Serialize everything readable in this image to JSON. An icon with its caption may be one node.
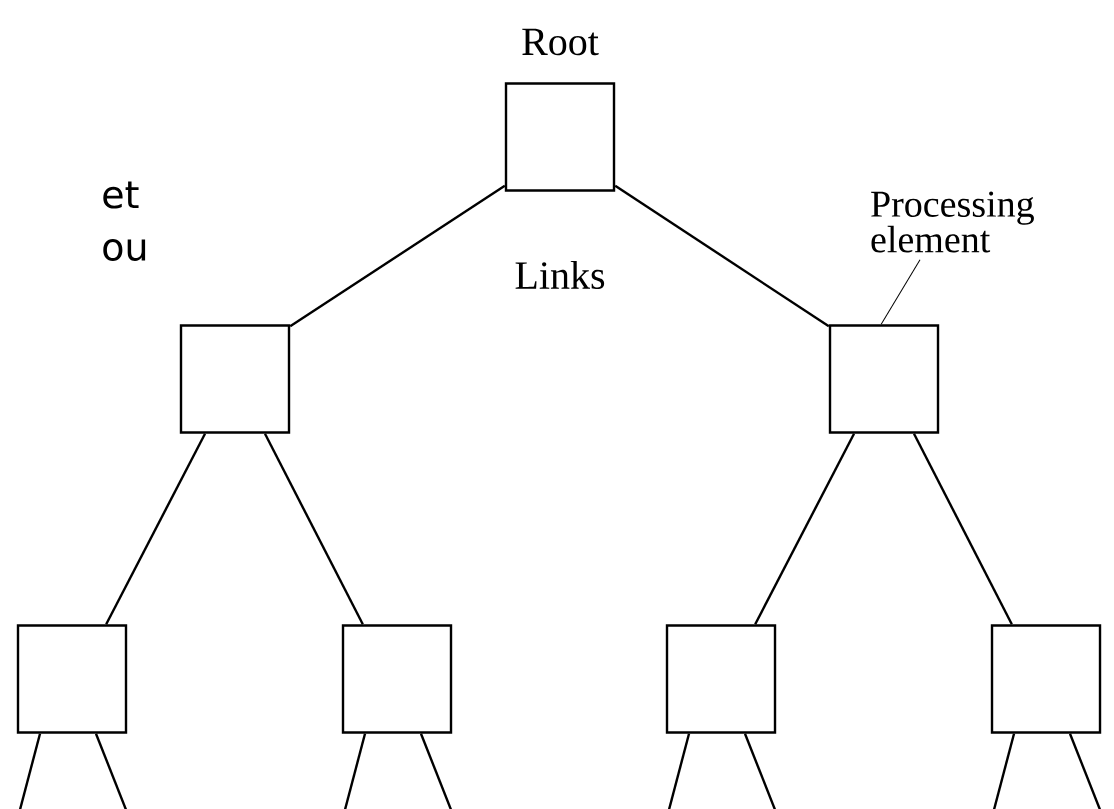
{
  "diagram": {
    "nodes": [
      {
        "text": [
          "Root"
        ]
      },
      {
        "text": [
          "Processing element"
        ]
      },
      {
        "text": [],
        "shape": "box"
      },
      {
        "text": [],
        "shape": "box"
      },
      {
        "text": [],
        "shape": "box"
      },
      {
        "text": [],
        "shape": "box"
      },
      {
        "text": [],
        "shape": "box"
      },
      {
        "text": [],
        "shape": "box"
      }
    ],
    "edges": [
      {
        "from": 0,
        "to": 2,
        "arrow": "none"
      },
      {
        "from": 0,
        "to": 3,
        "arrow": "none"
      },
      {
        "from": 2,
        "to": 4,
        "arrow": "none"
      },
      {
        "from": 2,
        "to": 5,
        "arrow": "none"
      },
      {
        "from": 3,
        "to": 6,
        "arrow": "none"
      },
      {
        "from": 3,
        "to": 7,
        "arrow": "none"
      },
      {
        "from": 1,
        "to": 3,
        "arrow": "none"
      },
      {
        "from": 4,
        "to": null,
        "arrow": "none"
      },
      {
        "from": 4,
        "to": null,
        "arrow": "none"
      },
      {
        "from": 5,
        "to": null,
        "arrow": "none"
      },
      {
        "from": 5,
        "to": null,
        "arrow": "none"
      },
      {
        "from": 6,
        "to": null,
        "arrow": "none"
      },
      {
        "from": 6,
        "to": null,
        "arrow": "none"
      },
      {
        "from": 7,
        "to": null,
        "arrow": "none"
      },
      {
        "from": 7,
        "to": null,
        "arrow": "none"
      }
    ],
    "labels": [
      "et",
      "ou",
      "Links"
    ]
  }
}
